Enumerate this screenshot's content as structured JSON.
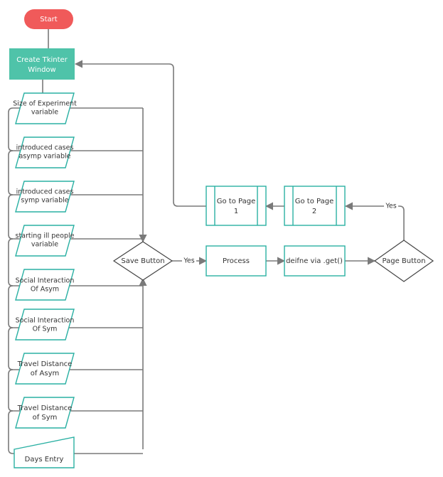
{
  "nodes": {
    "start": "Start",
    "create_window": [
      "Create Tkinter",
      "Window"
    ],
    "inputs": [
      [
        "Size of Experiment",
        "variable"
      ],
      [
        "introduced cases",
        "asymp variable"
      ],
      [
        "introduced cases",
        "symp variable"
      ],
      [
        "starting ill people",
        "variable"
      ],
      [
        "Social Interaction",
        "Of Asym"
      ],
      [
        "Social Interaction",
        "Of Sym"
      ],
      [
        "Travel Distance",
        "of Asym"
      ],
      [
        "Travel Distance",
        "of Sym"
      ]
    ],
    "days_entry": "Days Entry",
    "save_button": "Save Button",
    "process": "Process",
    "define_get": "deifne via .get()",
    "page_button": "Page Button",
    "go_page_1": [
      "Go to Page",
      "1"
    ],
    "go_page_2": [
      "Go to Page",
      "2"
    ]
  },
  "edge_labels": {
    "save_yes": "Yes",
    "page_yes": "Yes"
  },
  "colors": {
    "start_fill": "#f05a5a",
    "window_fill": "#4fc3a9",
    "shape_stroke": "#2ab0a3",
    "connector": "#7a7a7a"
  }
}
